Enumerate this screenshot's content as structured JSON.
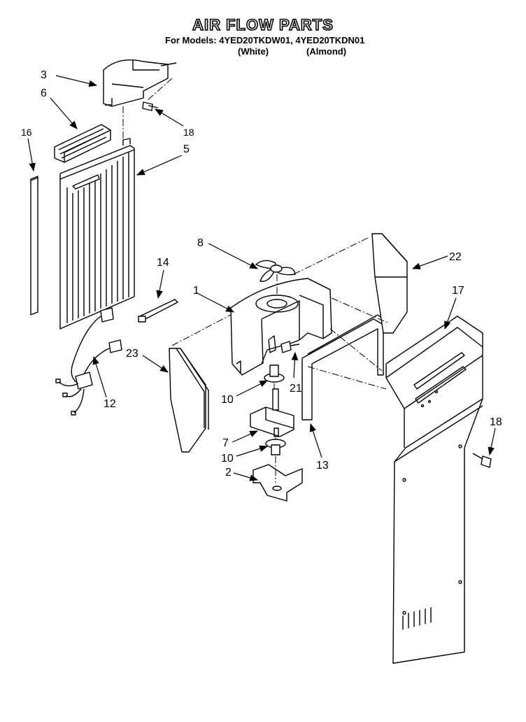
{
  "header": {
    "title": "AIR FLOW PARTS",
    "models_line": "For Models: 4YED20TKDW01, 4YED20TKDN01",
    "variant_white": "(White)",
    "variant_almond": "(Almond)"
  },
  "callouts": {
    "c1": "1",
    "c2": "2",
    "c3": "3",
    "c5": "5",
    "c6": "6",
    "c7": "7",
    "c8": "8",
    "c10a": "10",
    "c10b": "10",
    "c12": "12",
    "c13": "13",
    "c14": "14",
    "c16": "16",
    "c17": "17",
    "c18a": "18",
    "c18b": "18",
    "c21": "21",
    "c22": "22",
    "c23": "23"
  }
}
